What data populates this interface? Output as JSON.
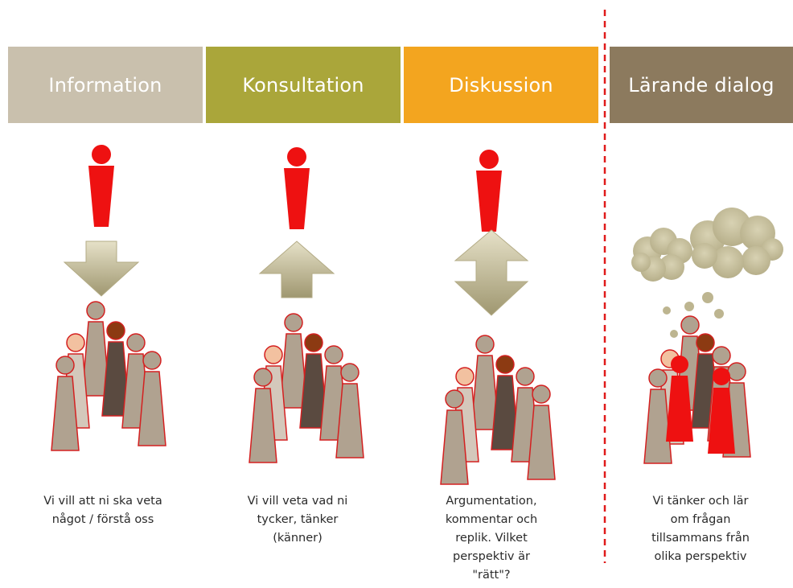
{
  "columns": [
    {
      "id": "information",
      "title": "Information",
      "color": "#c9c0ad",
      "caption": "Vi vill att ni ska veta\nnågot / förstå oss",
      "arrow": "down"
    },
    {
      "id": "konsultation",
      "title": "Konsultation",
      "color": "#aaa63a",
      "caption": "Vi vill veta vad ni\ntycker, tänker\n(känner)",
      "arrow": "up"
    },
    {
      "id": "diskussion",
      "title": "Diskussion",
      "color": "#f3a51f",
      "caption": "Argumentation,\nkommentar och\nreplik. Vilket\nperspektiv är\n\"rätt\"?",
      "arrow": "both"
    },
    {
      "id": "larande-dialog",
      "title": "Lärande dialog",
      "color": "#8c7a5e",
      "caption": "Vi tänker och lär\nom frågan\ntillsammans från\nolika perspektiv",
      "arrow": "thought-clouds"
    }
  ],
  "colors": {
    "speaker": "#ee1111",
    "crowd_fill": "#b0a290",
    "crowd_dark": "#5a4a40",
    "crowd_head_dark": "#8c3a12",
    "crowd_head_light": "#f2c1a0",
    "crowd_outline": "#d42020",
    "arrow": "#c9c296",
    "divider": "#e01a1a"
  }
}
